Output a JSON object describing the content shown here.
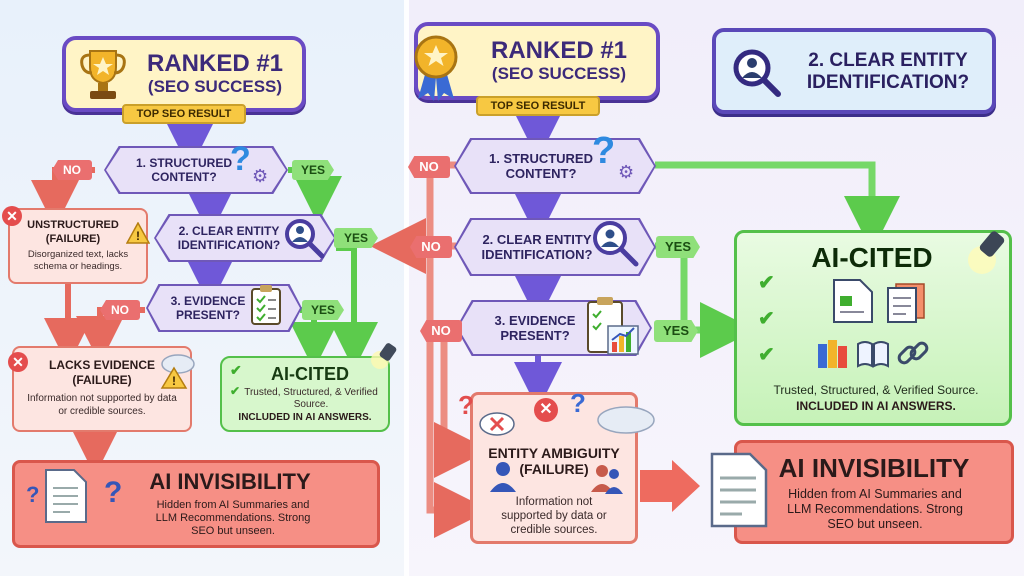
{
  "left": {
    "ranked_title": "RANKED #1",
    "ranked_sub": "(SEO SUCCESS)",
    "top_tag": "TOP SEO RESULT",
    "q1": "1. STRUCTURED CONTENT?",
    "q2": "2. CLEAR ENTITY IDENTIFICATION?",
    "q3": "3. EVIDENCE PRESENT?",
    "no": "NO",
    "yes": "YES",
    "unstructured_title": "UNSTRUCTURED (FAILURE)",
    "unstructured_desc": "Disorganized text, lacks schema or headings.",
    "lacks_title": "LACKS EVIDENCE (FAILURE)",
    "lacks_desc": "Information not supported by data or credible sources.",
    "cited_title": "AI-CITED",
    "cited_desc": "Trusted, Structured, & Verified Source.",
    "cited_strong": "INCLUDED IN AI ANSWERS.",
    "invis_title": "AI INVISIBILITY",
    "invis_desc": "Hidden from AI Summaries and LLM Recommendations. Strong SEO but unseen."
  },
  "right": {
    "ranked_title": "RANKED #1",
    "ranked_sub": "(SEO SUCCESS)",
    "top_tag": "TOP SEO RESULT",
    "entity_box": "2. CLEAR ENTITY IDENTIFICATION?",
    "q1": "1. STRUCTURED CONTENT?",
    "q2": "2. CLEAR ENTITY IDENTIFICATION?",
    "q3": "3. EVIDENCE PRESENT?",
    "no": "NO",
    "yes": "YES",
    "cited_title": "AI-CITED",
    "cited_desc": "Trusted, Structured, & Verified Source.",
    "cited_strong": "INCLUDED IN AI ANSWERS.",
    "ambiguity_title": "ENTITY AMBIGUITY (FAILURE)",
    "ambiguity_desc": "Information not supported by data or credible sources.",
    "invis_title": "AI INVISIBILITY",
    "invis_desc": "Hidden from AI Summaries and LLM Recommendations. Strong SEO but unseen."
  },
  "colors": {
    "purple": "#6a4bc4",
    "red": "#e66a5e",
    "green": "#6bd45a",
    "yellow": "#f7c842"
  },
  "icons": [
    "trophy-icon",
    "medal-icon",
    "question-icon",
    "gear-icon",
    "magnifier-user-icon",
    "clipboard-icon",
    "warning-icon",
    "cloud-icon",
    "spotlight-icon",
    "document-icon",
    "book-icon",
    "link-icon",
    "chart-icon",
    "people-icon",
    "x-icon",
    "check-icon"
  ]
}
